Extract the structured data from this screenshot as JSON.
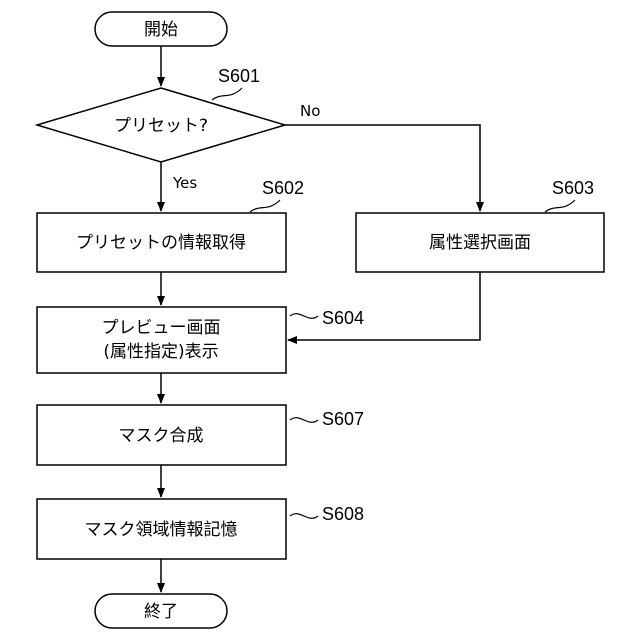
{
  "nodes": {
    "start": "開始",
    "decision": "プリセット?",
    "preset_info": "プリセットの情報取得",
    "attr_select": "属性選択画面",
    "preview_line1": "プレビュー画面",
    "preview_line2": "(属性指定)表示",
    "mask_compose": "マスク合成",
    "mask_store": "マスク領域情報記憶",
    "end": "終了"
  },
  "edges": {
    "yes": "Yes",
    "no": "No"
  },
  "steps": {
    "s601": "S601",
    "s602": "S602",
    "s603": "S603",
    "s604": "S604",
    "s607": "S607",
    "s608": "S608"
  }
}
